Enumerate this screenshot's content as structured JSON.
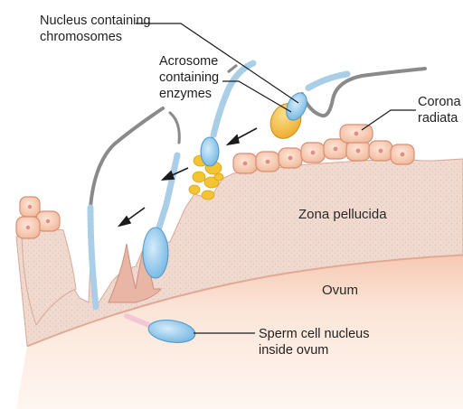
{
  "labels": {
    "nucleus_line1": "Nucleus containing",
    "nucleus_line2": "chromosomes",
    "acrosome_line1": "Acrosome",
    "acrosome_line2": "containing",
    "acrosome_line3": "enzymes",
    "corona_line1": "Corona",
    "corona_line2": "radiata",
    "zona": "Zona pellucida",
    "ovum": "Ovum",
    "sperm_nucleus_line1": "Sperm cell nucleus",
    "sperm_nucleus_line2": "inside ovum"
  },
  "colors": {
    "sperm_head": "#8fc7ec",
    "tail_midpiece": "#a9cfe8",
    "tail_flagellum": "#8a8a8a",
    "acrosome": "#f2b632",
    "zona": "#f1ddd3",
    "ovum": "#fbe8dc",
    "corona_cells": "#f6c9ae",
    "enzymes": "#f4c531"
  },
  "icons": [
    "nucleus-icon",
    "acrosome-icon",
    "corona-cell-icon",
    "ovum-icon",
    "enzyme-icon"
  ]
}
